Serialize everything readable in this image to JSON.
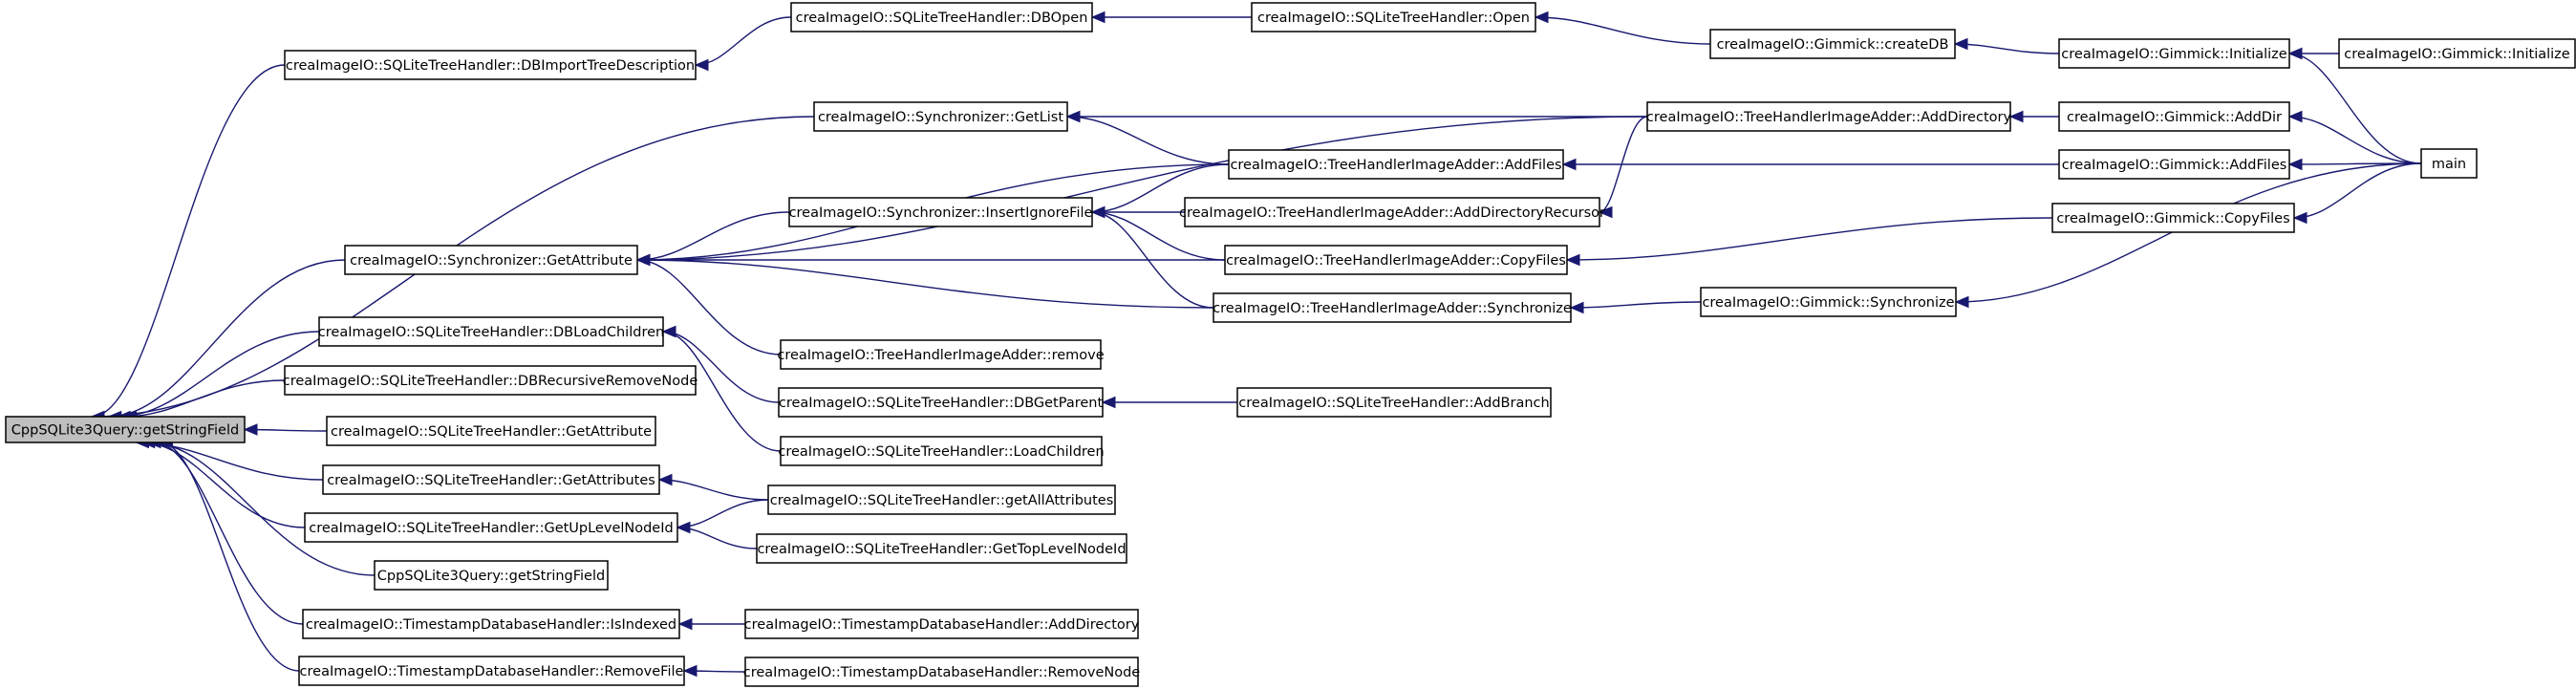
{
  "nodes": {
    "root": {
      "label": "CppSQLite3Query::getStringField",
      "interactable": true
    },
    "dbImport": {
      "label": "creaImageIO::SQLiteTreeHandler::DBImportTreeDescription"
    },
    "dbOpen": {
      "label": "creaImageIO::SQLiteTreeHandler::DBOpen"
    },
    "open": {
      "label": "creaImageIO::SQLiteTreeHandler::Open"
    },
    "createDB": {
      "label": "creaImageIO::Gimmick::createDB"
    },
    "gInit": {
      "label": "creaImageIO::Gimmick::Initialize"
    },
    "gInit2": {
      "label": "creaImageIO::Gimmick::Initialize"
    },
    "main": {
      "label": "main"
    },
    "getList": {
      "label": "creaImageIO::Synchronizer::GetList"
    },
    "thAddDir": {
      "label": "creaImageIO::TreeHandlerImageAdder::AddDirectory"
    },
    "gAddDir": {
      "label": "creaImageIO::Gimmick::AddDir"
    },
    "thAddFiles": {
      "label": "creaImageIO::TreeHandlerImageAdder::AddFiles"
    },
    "gAddFiles": {
      "label": "creaImageIO::Gimmick::AddFiles"
    },
    "insertIgn": {
      "label": "creaImageIO::Synchronizer::InsertIgnoreFile"
    },
    "addDirRec": {
      "label": "creaImageIO::TreeHandlerImageAdder::AddDirectoryRecursor"
    },
    "gCopyFiles": {
      "label": "creaImageIO::Gimmick::CopyFiles"
    },
    "syncGetAttr": {
      "label": "creaImageIO::Synchronizer::GetAttribute"
    },
    "thCopyFiles": {
      "label": "creaImageIO::TreeHandlerImageAdder::CopyFiles"
    },
    "thSync": {
      "label": "creaImageIO::TreeHandlerImageAdder::Synchronize"
    },
    "gSync": {
      "label": "creaImageIO::Gimmick::Synchronize"
    },
    "dbLoadCh": {
      "label": "creaImageIO::SQLiteTreeHandler::DBLoadChildren"
    },
    "thRemove": {
      "label": "creaImageIO::TreeHandlerImageAdder::remove"
    },
    "dbRecRem": {
      "label": "creaImageIO::SQLiteTreeHandler::DBRecursiveRemoveNode"
    },
    "dbGetParent": {
      "label": "creaImageIO::SQLiteTreeHandler::DBGetParent"
    },
    "addBranch": {
      "label": "creaImageIO::SQLiteTreeHandler::AddBranch"
    },
    "sqlGetAttr": {
      "label": "creaImageIO::SQLiteTreeHandler::GetAttribute"
    },
    "loadCh": {
      "label": "creaImageIO::SQLiteTreeHandler::LoadChildren"
    },
    "sqlGetAttrs": {
      "label": "creaImageIO::SQLiteTreeHandler::GetAttributes"
    },
    "getAllAttrs": {
      "label": "creaImageIO::SQLiteTreeHandler::getAllAttributes"
    },
    "getUpLevel": {
      "label": "creaImageIO::SQLiteTreeHandler::GetUpLevelNodeId"
    },
    "getTopLevel": {
      "label": "creaImageIO::SQLiteTreeHandler::GetTopLevelNodeId"
    },
    "cppGetStr2": {
      "label": "CppSQLite3Query::getStringField"
    },
    "tsIsIndexed": {
      "label": "creaImageIO::TimestampDatabaseHandler::IsIndexed"
    },
    "tsAddDir": {
      "label": "creaImageIO::TimestampDatabaseHandler::AddDirectory"
    },
    "tsRemoveFile": {
      "label": "creaImageIO::TimestampDatabaseHandler::RemoveFile"
    },
    "tsRemoveNode": {
      "label": "creaImageIO::TimestampDatabaseHandler::RemoveNode"
    }
  },
  "edges": [
    [
      "dbImport",
      "root"
    ],
    [
      "syncGetAttr",
      "root"
    ],
    [
      "getList",
      "root"
    ],
    [
      "dbLoadCh",
      "root"
    ],
    [
      "dbRecRem",
      "root"
    ],
    [
      "sqlGetAttr",
      "root"
    ],
    [
      "sqlGetAttrs",
      "root"
    ],
    [
      "getUpLevel",
      "root"
    ],
    [
      "cppGetStr2",
      "root"
    ],
    [
      "tsIsIndexed",
      "root"
    ],
    [
      "tsRemoveFile",
      "root"
    ],
    [
      "dbOpen",
      "dbImport"
    ],
    [
      "open",
      "dbOpen"
    ],
    [
      "createDB",
      "open"
    ],
    [
      "gInit",
      "createDB"
    ],
    [
      "gInit2",
      "gInit"
    ],
    [
      "main",
      "gInit"
    ],
    [
      "thAddDir",
      "getList"
    ],
    [
      "thAddFiles",
      "getList"
    ],
    [
      "gAddDir",
      "thAddDir"
    ],
    [
      "main",
      "gAddDir"
    ],
    [
      "gAddFiles",
      "thAddFiles"
    ],
    [
      "main",
      "gAddFiles"
    ],
    [
      "thAddDir",
      "syncGetAttr"
    ],
    [
      "thAddFiles",
      "syncGetAttr"
    ],
    [
      "insertIgn",
      "syncGetAttr"
    ],
    [
      "thCopyFiles",
      "syncGetAttr"
    ],
    [
      "thSync",
      "syncGetAttr"
    ],
    [
      "thRemove",
      "syncGetAttr"
    ],
    [
      "thAddFiles",
      "insertIgn"
    ],
    [
      "addDirRec",
      "insertIgn"
    ],
    [
      "thCopyFiles",
      "insertIgn"
    ],
    [
      "thSync",
      "insertIgn"
    ],
    [
      "thAddDir",
      "addDirRec"
    ],
    [
      "gCopyFiles",
      "thCopyFiles"
    ],
    [
      "main",
      "gCopyFiles"
    ],
    [
      "gSync",
      "thSync"
    ],
    [
      "main",
      "gSync"
    ],
    [
      "dbGetParent",
      "dbLoadCh"
    ],
    [
      "loadCh",
      "dbLoadCh"
    ],
    [
      "addBranch",
      "dbGetParent"
    ],
    [
      "getAllAttrs",
      "sqlGetAttrs"
    ],
    [
      "getAllAttrs",
      "getUpLevel"
    ],
    [
      "getTopLevel",
      "getUpLevel"
    ],
    [
      "tsAddDir",
      "tsIsIndexed"
    ],
    [
      "tsRemoveNode",
      "tsRemoveFile"
    ]
  ]
}
